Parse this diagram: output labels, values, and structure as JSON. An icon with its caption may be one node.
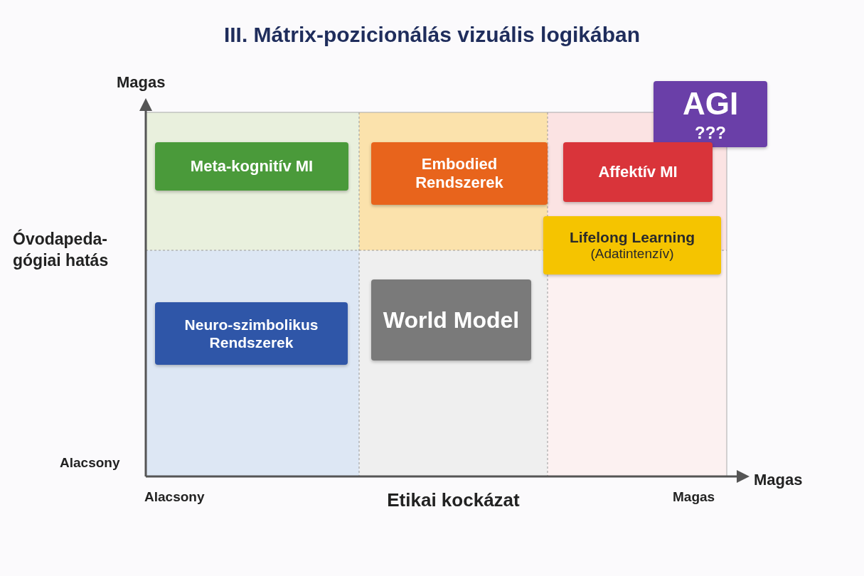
{
  "diagram": {
    "title": "III. Mátrix-pozicionálás vizuális logikában",
    "nodes": [
      {
        "text": [
          "AGI",
          "???"
        ]
      },
      {
        "text": [
          "Meta-kognitív MI"
        ]
      },
      {
        "text": [
          "Embodied Rendszerek"
        ]
      },
      {
        "text": [
          "Affektív MI"
        ]
      },
      {
        "text": [
          "Lifelong Learning",
          "(Adatintenzív)"
        ]
      },
      {
        "text": [
          "World Model"
        ]
      },
      {
        "text": [
          "Neuro-szimbolikus Rendszerek"
        ]
      }
    ],
    "labels": [
      "Magas",
      "Óvodapeda- gógiai hatás",
      "Alacsony",
      "Magas",
      "Alacsony",
      "Etikai kockázat",
      "Magas"
    ]
  }
}
